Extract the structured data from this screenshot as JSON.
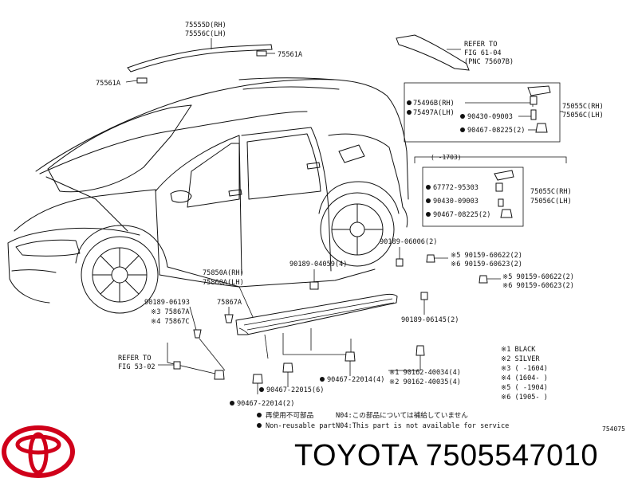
{
  "diagram": {
    "top_parts": {
      "moulding_rh": "75555D(RH)",
      "moulding_lh": "75556C(LH)",
      "clip_right": "75561A",
      "clip_left": "75561A"
    },
    "refer_61": {
      "line1": "REFER TO",
      "line2": "FIG 61-04",
      "line3": "(PNC 75607B)"
    },
    "box_upper": {
      "p1": "75496B(RH)",
      "p2": "75497A(LH)",
      "p3": "90430-09003",
      "p4": "90467-08225(2)",
      "right1": "75055C(RH)",
      "right2": "75056C(LH)"
    },
    "date_note": "(   -1703)",
    "box_lower": {
      "p1": "67772-95303",
      "p2": "90430-09003",
      "p3": "90467-08225(2)",
      "right1": "75055C(RH)",
      "right2": "75056C(LH)"
    },
    "mid_parts": {
      "a": "90189-06006(2)",
      "b1": "※5 90159-60622(2)",
      "b2": "※6 90159-60623(2)",
      "c1": "※5 90159-60622(2)",
      "c2": "※6 90159-60623(2)",
      "d": "90189-04059(4)",
      "e1": "75850A(RH)",
      "e2": "75860A(LH)",
      "f": "90189-06193",
      "g1": "※3 75867A",
      "g2": "※4 75867C",
      "h": "75867A",
      "i": "90189-06145(2)"
    },
    "refer_53": {
      "line1": "REFER TO",
      "line2": "FIG 53-02"
    },
    "lower_parts": {
      "a1": "※1 90162-40034(4)",
      "a2": "※2 90162-40035(4)",
      "b": "90467-22014(4)",
      "c": "90467-22015(6)",
      "d": "90467-22014(2)"
    },
    "legend": {
      "l1": "※1 BLACK",
      "l2": "※2 SILVER",
      "l3": "※3 (      -1604)",
      "l4": "※4 (1604-      )",
      "l5": "※5 (      -1904)",
      "l6": "※6 (1905-      )"
    },
    "notes": {
      "jp1": "再使用不可部品",
      "en1": "Non-reusable part",
      "jp2": "N04:この部品については補給していません",
      "en2": "N04:This part is not available for service"
    },
    "diagram_code": "754075"
  },
  "footer": {
    "brand_part": "TOYOTA 7505547010"
  }
}
